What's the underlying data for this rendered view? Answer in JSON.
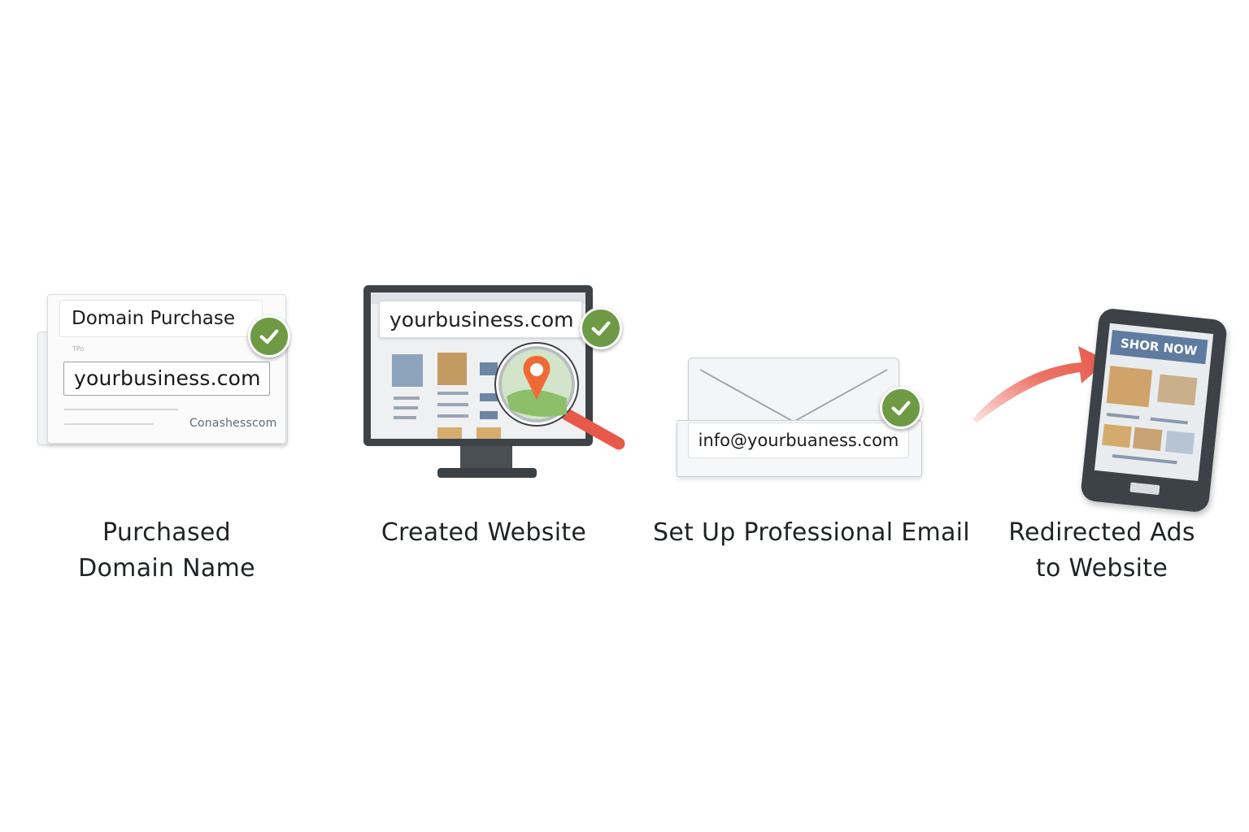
{
  "steps": [
    {
      "caption_line1": "Purchased",
      "caption_line2": "Domain Name",
      "card_header": "Domain Purchase",
      "card_small": "TPo",
      "domain_input": "yourbusiness.com",
      "watermark": "Conashesscom",
      "checked": true
    },
    {
      "caption_line1": "Created Website",
      "url": "yourbusiness.com",
      "checked": true
    },
    {
      "caption_line1": "Set Up Professional Email",
      "email": "info@yourbuaness.com",
      "checked": true
    },
    {
      "caption_line1": "Redirected Ads",
      "caption_line2": "to Website",
      "banner": "SHOR NOW"
    }
  ],
  "colors": {
    "check": "#6e9a45",
    "arrow": "#e8594a",
    "pin": "#f06a35",
    "banner": "#5f7ba0",
    "monitor": "#3e4348"
  },
  "icons": [
    "check-icon",
    "location-pin-icon",
    "magnifier-icon",
    "envelope-icon",
    "arrow-icon",
    "smartphone-icon"
  ]
}
